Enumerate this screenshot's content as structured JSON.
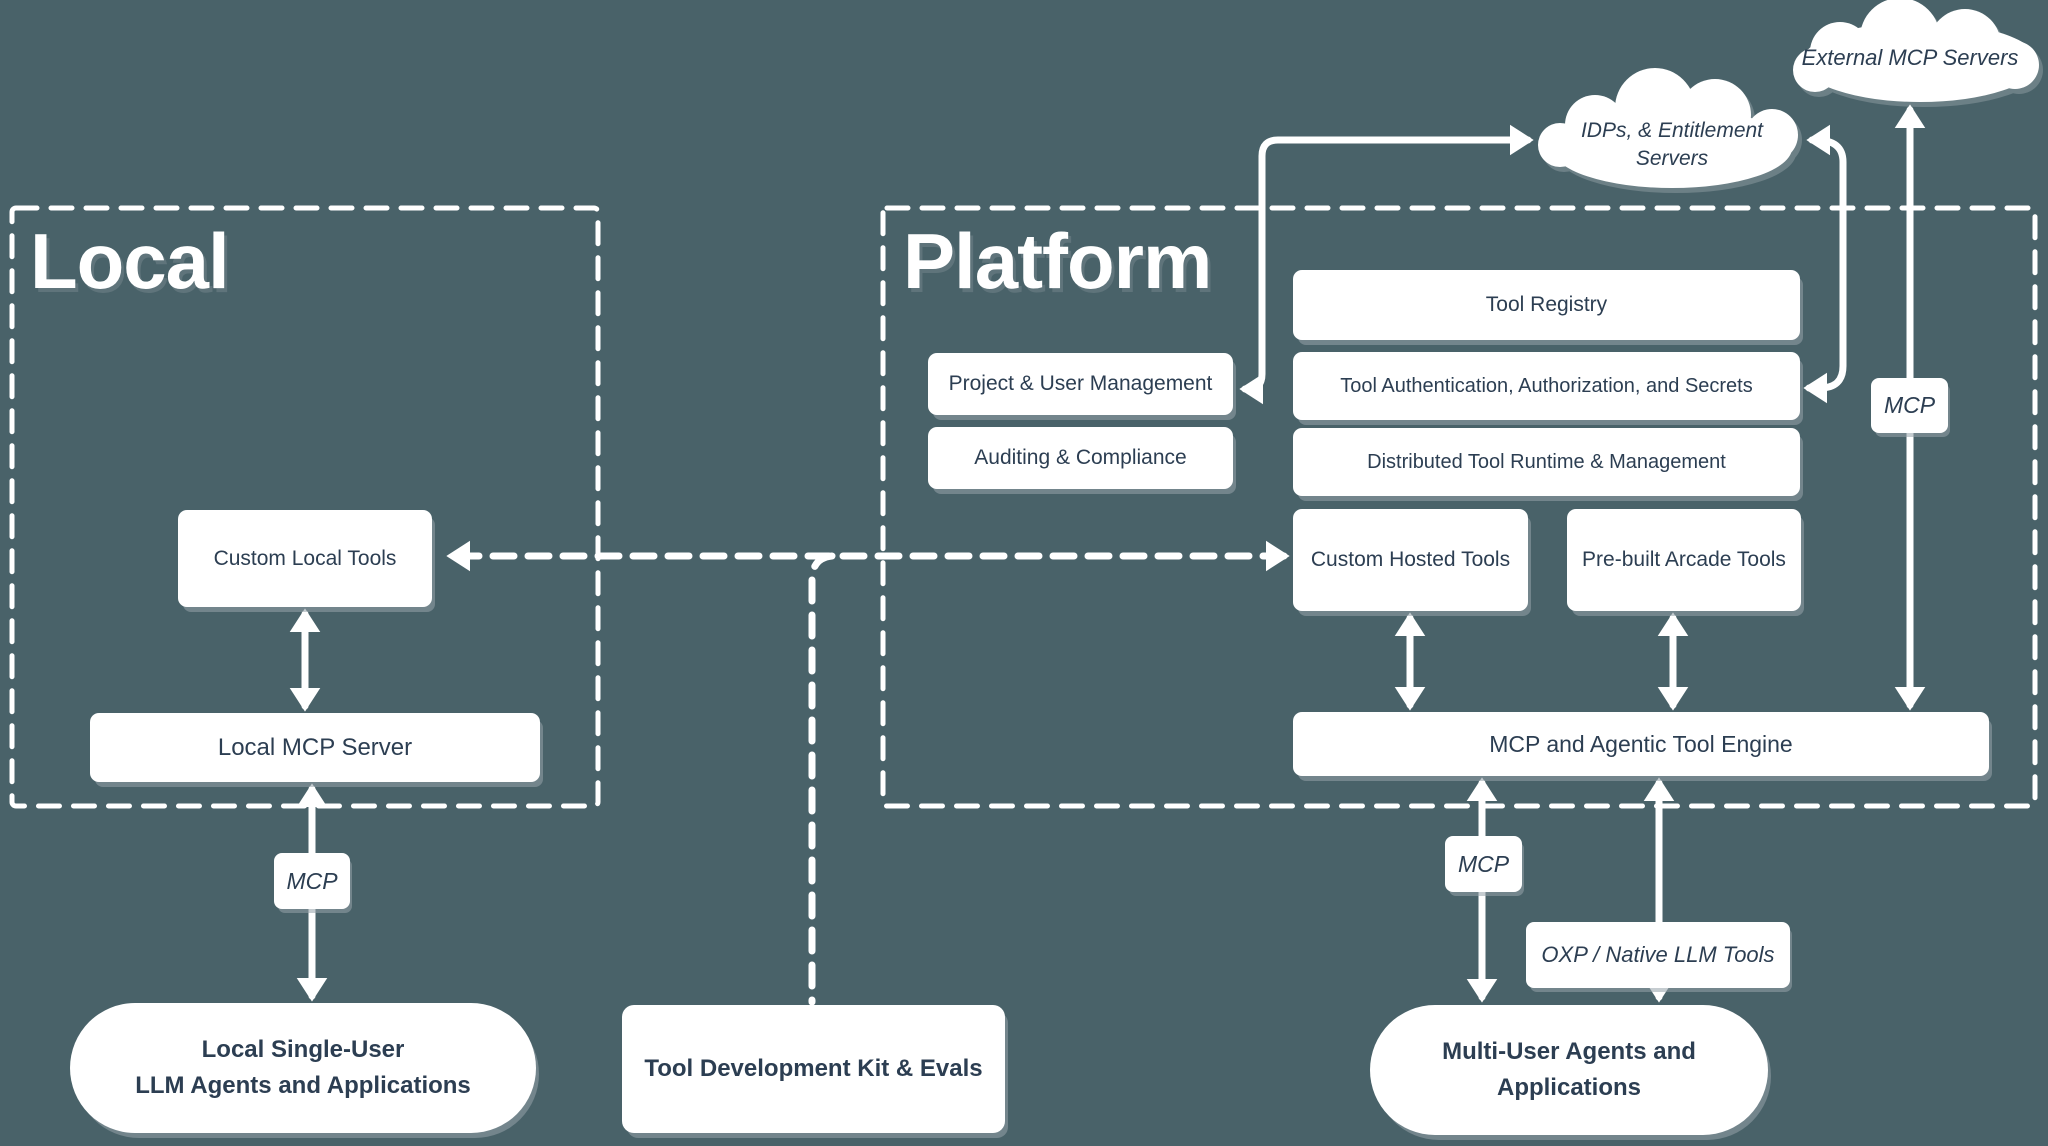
{
  "canvas": {
    "background": "#496269",
    "ink": "#2C3E52",
    "line_color": "#FFFFFF"
  },
  "containers": {
    "local": {
      "label": "Local"
    },
    "platform": {
      "label": "Platform"
    }
  },
  "clouds": {
    "external": {
      "line1": "External MCP Servers"
    },
    "idp": {
      "line1": "IDPs, & Entitlement",
      "line2": "Servers"
    }
  },
  "boxes": {
    "custom_local": "Custom Local Tools",
    "local_mcp_server": "Local MCP Server",
    "project_user": "Project & User Management",
    "auditing": "Auditing & Compliance",
    "tool_registry": "Tool Registry",
    "tool_auth": "Tool Authentication, Authorization, and Secrets",
    "runtime": "Distributed Tool Runtime & Management",
    "custom_hosted": "Custom Hosted Tools",
    "prebuilt": "Pre-built Arcade Tools",
    "engine": "MCP and Agentic Tool Engine",
    "tdk": "Tool Development Kit & Evals"
  },
  "chips": {
    "mcp_local": "MCP",
    "mcp_external": "MCP",
    "mcp_multi": "MCP",
    "oxp": "OXP / Native LLM Tools"
  },
  "pills": {
    "local_agents": {
      "line1": "Local Single-User",
      "line2": "LLM Agents and Applications"
    },
    "multi_agents": {
      "line1": "Multi-User Agents and",
      "line2": "Applications"
    }
  }
}
